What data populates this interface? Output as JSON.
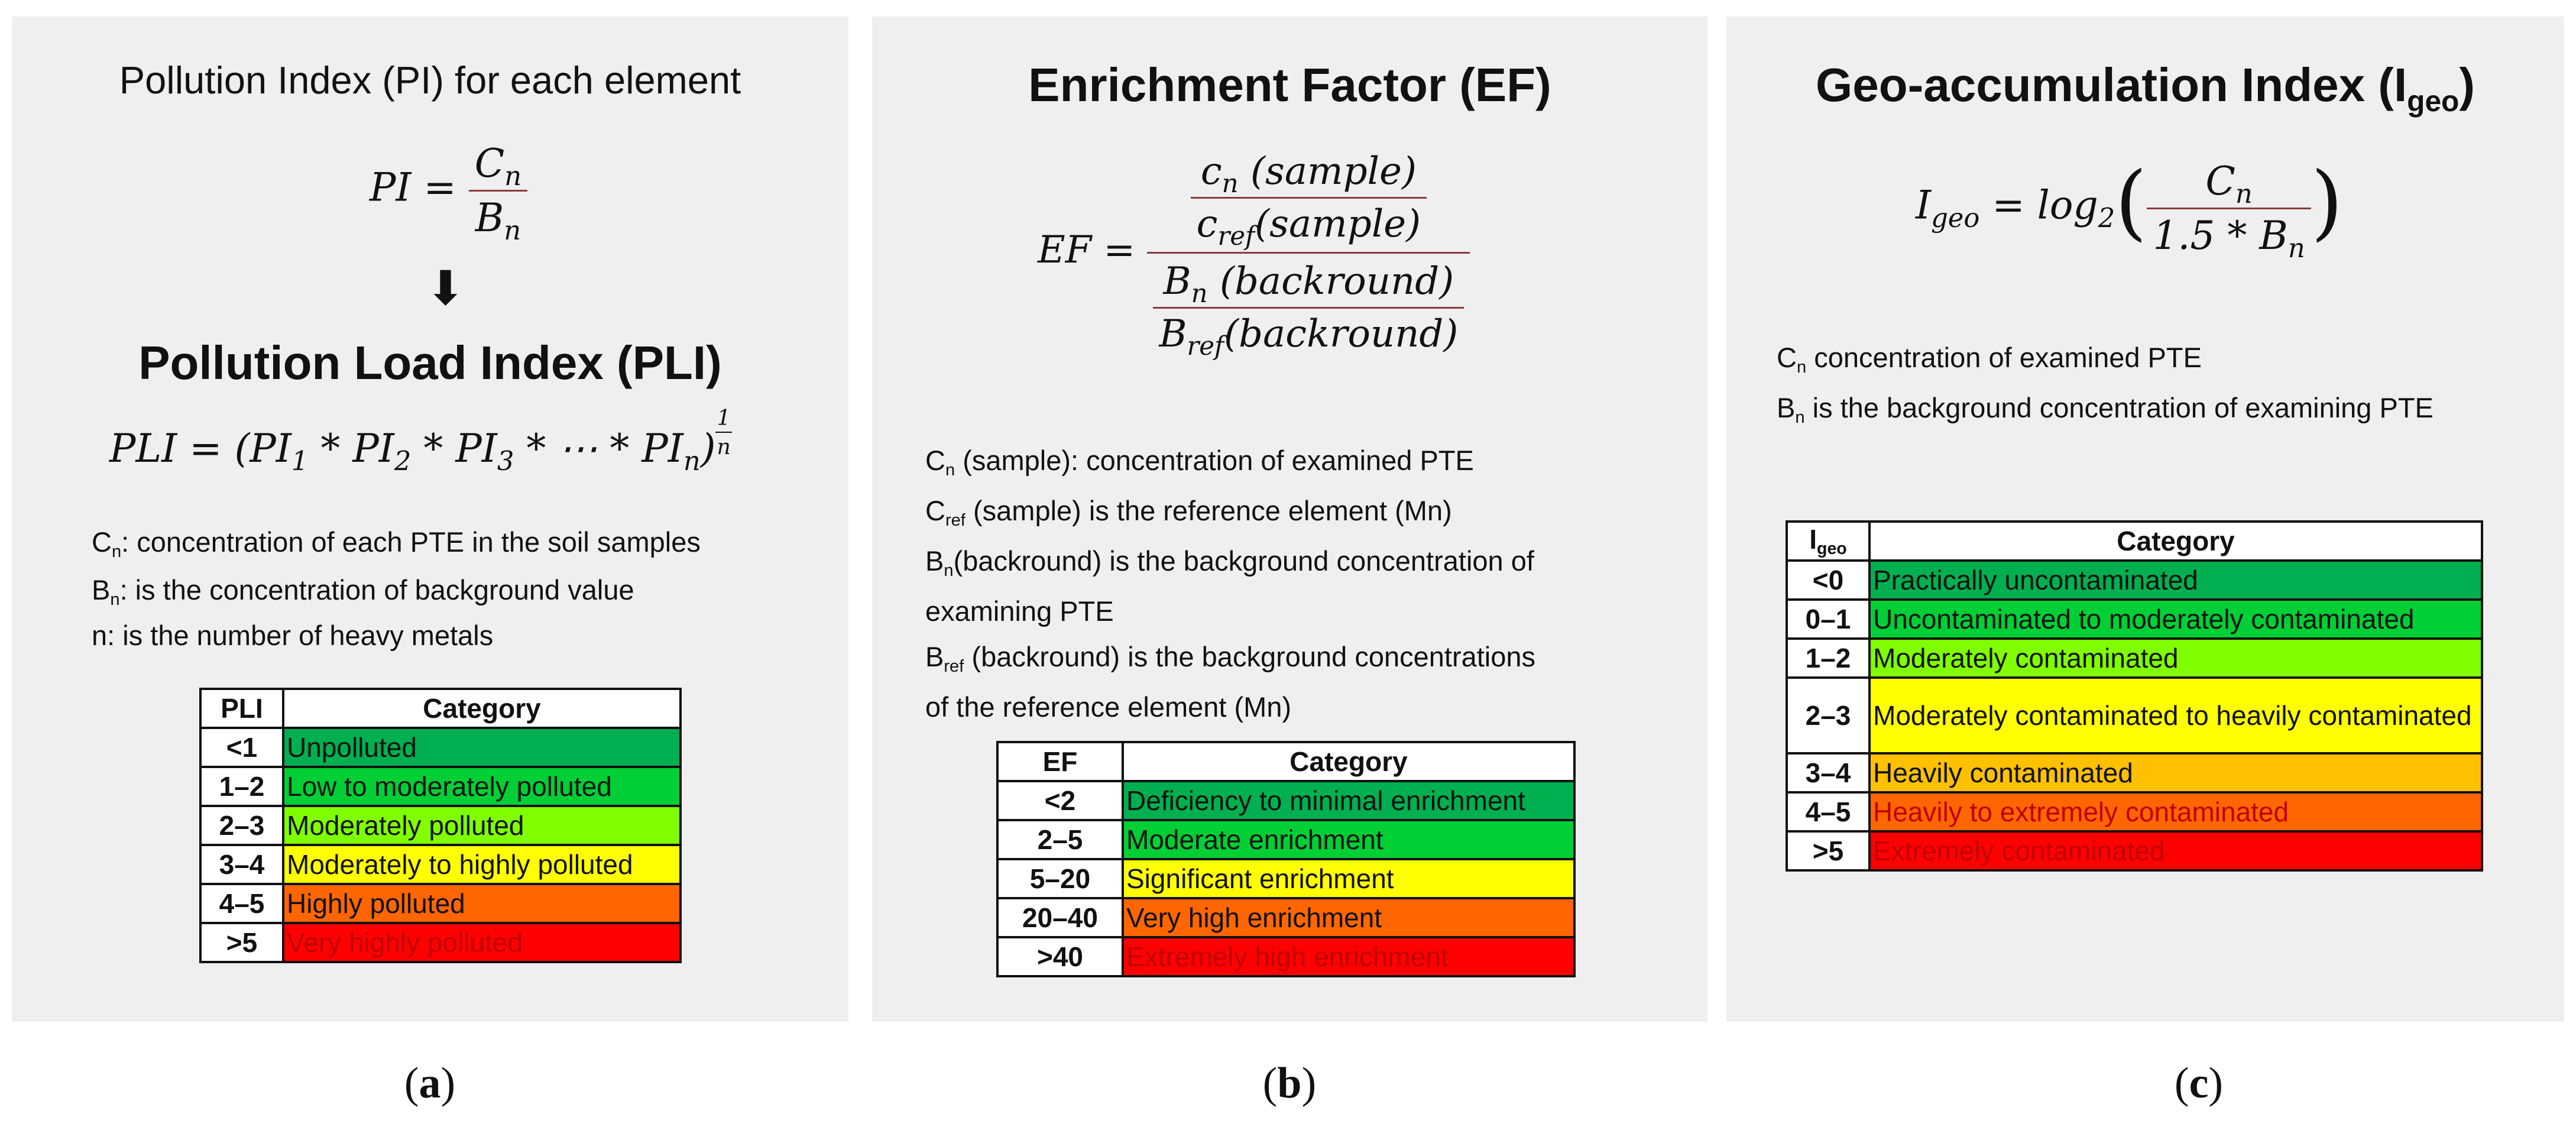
{
  "panel_a": {
    "title": "Pollution Index (PI) for each element",
    "pi_lhs": "PI",
    "pi_num": "C",
    "pi_num_sub": "n",
    "pi_den": "B",
    "pi_den_sub": "n",
    "arrow": "⬇",
    "pli_title": "Pollution Load Index (PLI)",
    "pli_lhs": "PLI",
    "pli_rhs": "(PI",
    "pli_tail": "* ⋯ * PI",
    "pli_exp_num": "1",
    "pli_exp_den": "n",
    "notes": [
      {
        "sym": "C",
        "sub": "n",
        "text": ": concentration of each PTE in the soil samples"
      },
      {
        "sym": "B",
        "sub": "n",
        "text": ": is the concentration of background value"
      },
      {
        "sym": "n",
        "sub": "",
        "text": ": is the number of heavy metals"
      }
    ],
    "table": {
      "header_key": "PLI",
      "header_val": "Category",
      "rows": [
        {
          "key": "<1",
          "label": "Unpolluted",
          "color": "#00b050",
          "text_color": "#111111"
        },
        {
          "key": "1–2",
          "label": "Low to moderately polluted",
          "color": "#00d036",
          "text_color": "#111111"
        },
        {
          "key": "2–3",
          "label": "Moderately polluted",
          "color": "#7fff00",
          "text_color": "#111111"
        },
        {
          "key": "3–4",
          "label": "Moderately  to highly polluted",
          "color": "#ffff00",
          "text_color": "#111111"
        },
        {
          "key": "4–5",
          "label": "Highly polluted",
          "color": "#ff6600",
          "text_color": "#111111"
        },
        {
          "key": ">5",
          "label": "Very highly polluted",
          "color": "#ff0000",
          "text_color": "#c00000"
        }
      ]
    },
    "label": "a"
  },
  "panel_b": {
    "title": "Enrichment Factor (EF)",
    "ef_lhs": "EF",
    "frac_top_num": "c",
    "frac_top_num_sub": "n",
    "frac_top_num_tail": "(sample)",
    "frac_top_den": "c",
    "frac_top_den_sub": "ref",
    "frac_top_den_tail": "(sample)",
    "frac_bot_num": "B",
    "frac_bot_num_sub": "n",
    "frac_bot_num_tail": "(backround)",
    "frac_bot_den": "B",
    "frac_bot_den_sub": "ref",
    "frac_bot_den_tail": "(backround)",
    "notes": [
      {
        "sym": "C",
        "sub": "n",
        "text": " (sample): concentration of examined PTE"
      },
      {
        "sym": "C",
        "sub": "ref",
        "text": " (sample) is the reference element (Mn)"
      },
      {
        "sym": "B",
        "sub": "n",
        "text": "(backround) is the background concentration of"
      },
      {
        "sym": "",
        "sub": "",
        "text": "examining PTE"
      },
      {
        "sym": "B",
        "sub": "ref",
        "text": " (backround) is the background concentrations"
      },
      {
        "sym": "",
        "sub": "",
        "text": "of the reference element (Mn)"
      }
    ],
    "table": {
      "header_key": "EF",
      "header_val": "Category",
      "rows": [
        {
          "key": "<2",
          "label": "Deficiency to minimal enrichment",
          "color": "#00b050",
          "text_color": "#111111"
        },
        {
          "key": "2–5",
          "label": "Moderate enrichment",
          "color": "#00d036",
          "text_color": "#111111"
        },
        {
          "key": "5–20",
          "label": "Significant enrichment",
          "color": "#ffff00",
          "text_color": "#111111"
        },
        {
          "key": "20–40",
          "label": "Very high enrichment",
          "color": "#ff6600",
          "text_color": "#111111"
        },
        {
          "key": ">40",
          "label": "Extremely high enrichment",
          "color": "#ff0000",
          "text_color": "#c00000"
        }
      ]
    },
    "label": "b"
  },
  "panel_c": {
    "title": "Geo-accumulation Index (I",
    "title_sub": "geo",
    "title_end": ")",
    "igeo_lhs": "I",
    "igeo_lhs_sub": "geo",
    "log": "log",
    "log_sub": "2",
    "num": "C",
    "num_sub": "n",
    "den": "1.5 * B",
    "den_sub": "n",
    "notes": [
      {
        "sym": "C",
        "sub": "n",
        "text": " concentration of examined PTE"
      },
      {
        "sym": "B",
        "sub": "n",
        "text": " is the background concentration of examining PTE"
      }
    ],
    "table": {
      "header_key": "I",
      "header_key_sub": "geo",
      "header_val": "Category",
      "rows": [
        {
          "key": "<0",
          "label": "Practically uncontaminated",
          "color": "#00b050",
          "text_color": "#111111"
        },
        {
          "key": "0–1",
          "label": "Uncontaminated to moderately contaminated",
          "color": "#00d036",
          "text_color": "#111111"
        },
        {
          "key": "1–2",
          "label": "Moderately contaminated",
          "color": "#7fff00",
          "text_color": "#111111"
        },
        {
          "key": "2–3",
          "label": "Moderately contaminated to heavily contaminated",
          "color": "#ffff00",
          "text_color": "#111111"
        },
        {
          "key": "3–4",
          "label": "Heavily contaminated",
          "color": "#ffc000",
          "text_color": "#111111"
        },
        {
          "key": "4–5",
          "label": "Heavily  to extremely contaminated",
          "color": "#ff6600",
          "text_color": "#c00000"
        },
        {
          "key": ">5",
          "label": "Extremely contaminated",
          "color": "#ff0000",
          "text_color": "#c00000"
        }
      ]
    },
    "label": "c"
  }
}
